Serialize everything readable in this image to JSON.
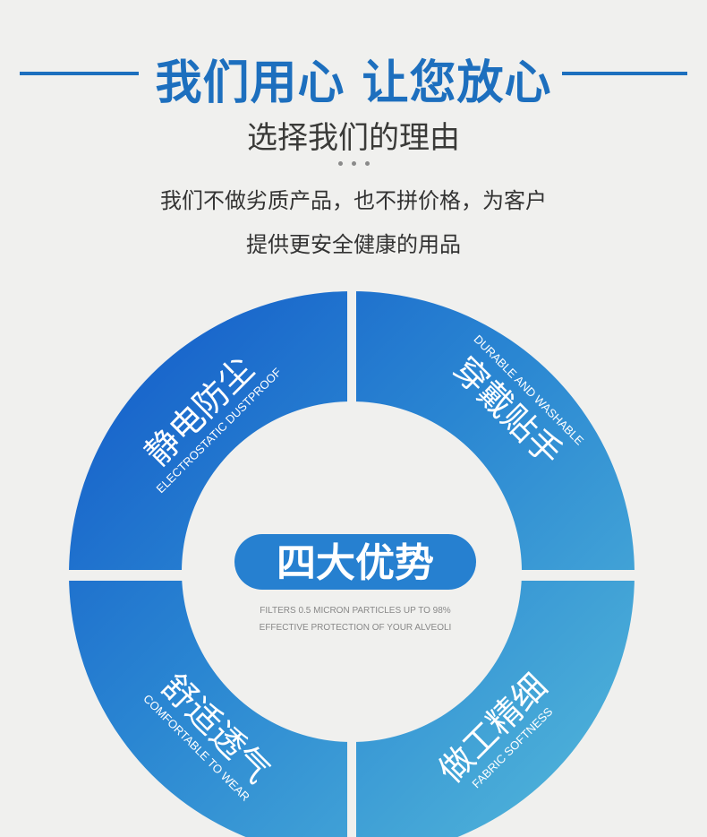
{
  "header": {
    "title": "我们用心 让您放心",
    "subtitle": "选择我们的理由",
    "desc_line1": "我们不做劣质产品，也不拼价格，为客户",
    "desc_line2": "提供更安全健康的用品"
  },
  "center": {
    "badge": "四大优势",
    "note_line1": "FILTERS 0.5 MICRON PARTICLES UP TO 98%",
    "note_line2": "EFFECTIVE PROTECTION OF YOUR ALVEOLI"
  },
  "quadrants": [
    {
      "title": "静电防尘",
      "en": "ELECTROSTATIC DUSTPROOF"
    },
    {
      "title": "穿戴贴手",
      "en": "DURABLE AND WASHABLE"
    },
    {
      "title": "舒适透气",
      "en": "COMFORTABLE TO WEAR"
    },
    {
      "title": "做工精细",
      "en": "FABRIC SOFTNESS"
    }
  ],
  "colors": {
    "accent": "#1d6fbe",
    "ring_dark": "#1766cc",
    "ring_light": "#4db2dc"
  }
}
